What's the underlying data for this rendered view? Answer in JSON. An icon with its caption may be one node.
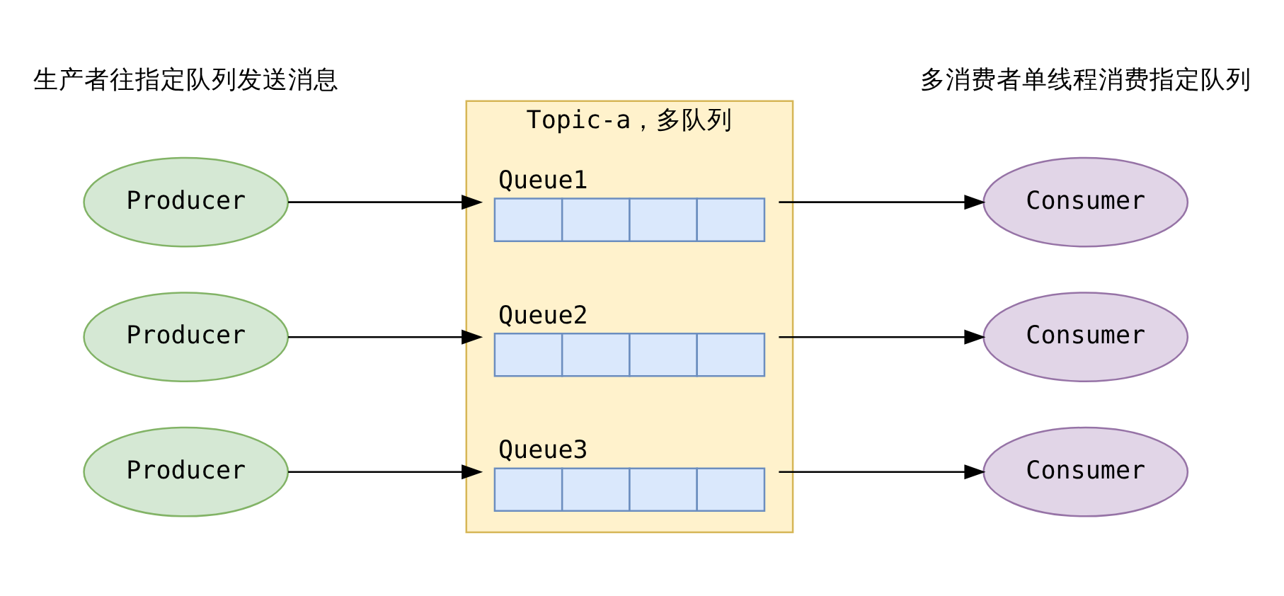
{
  "diagram": {
    "nodes": [
      {
        "text": [
          "Topic-a，多队列"
        ]
      },
      {
        "text": [
          "Producer"
        ]
      },
      {
        "text": [
          "Queue1"
        ],
        "in": 0
      },
      {
        "text": [
          "Consumer"
        ]
      },
      {
        "text": [
          "Producer"
        ]
      },
      {
        "text": [
          "Queue2"
        ],
        "in": 0
      },
      {
        "text": [
          "Consumer"
        ]
      },
      {
        "text": [
          "Producer"
        ]
      },
      {
        "text": [
          "Queue3"
        ],
        "in": 0
      },
      {
        "text": [
          "Consumer"
        ]
      }
    ],
    "edges": [
      {
        "from": 1,
        "to": 2,
        "arrow": "to"
      },
      {
        "from": 2,
        "to": 3,
        "arrow": "to"
      },
      {
        "from": 4,
        "to": 5,
        "arrow": "to"
      },
      {
        "from": 5,
        "to": 6,
        "arrow": "to"
      },
      {
        "from": 7,
        "to": 8,
        "arrow": "to"
      },
      {
        "from": 8,
        "to": 9,
        "arrow": "to"
      }
    ],
    "labels": [
      "生产者往指定队列发送消息",
      "多消费者单线程消费指定队列"
    ]
  }
}
